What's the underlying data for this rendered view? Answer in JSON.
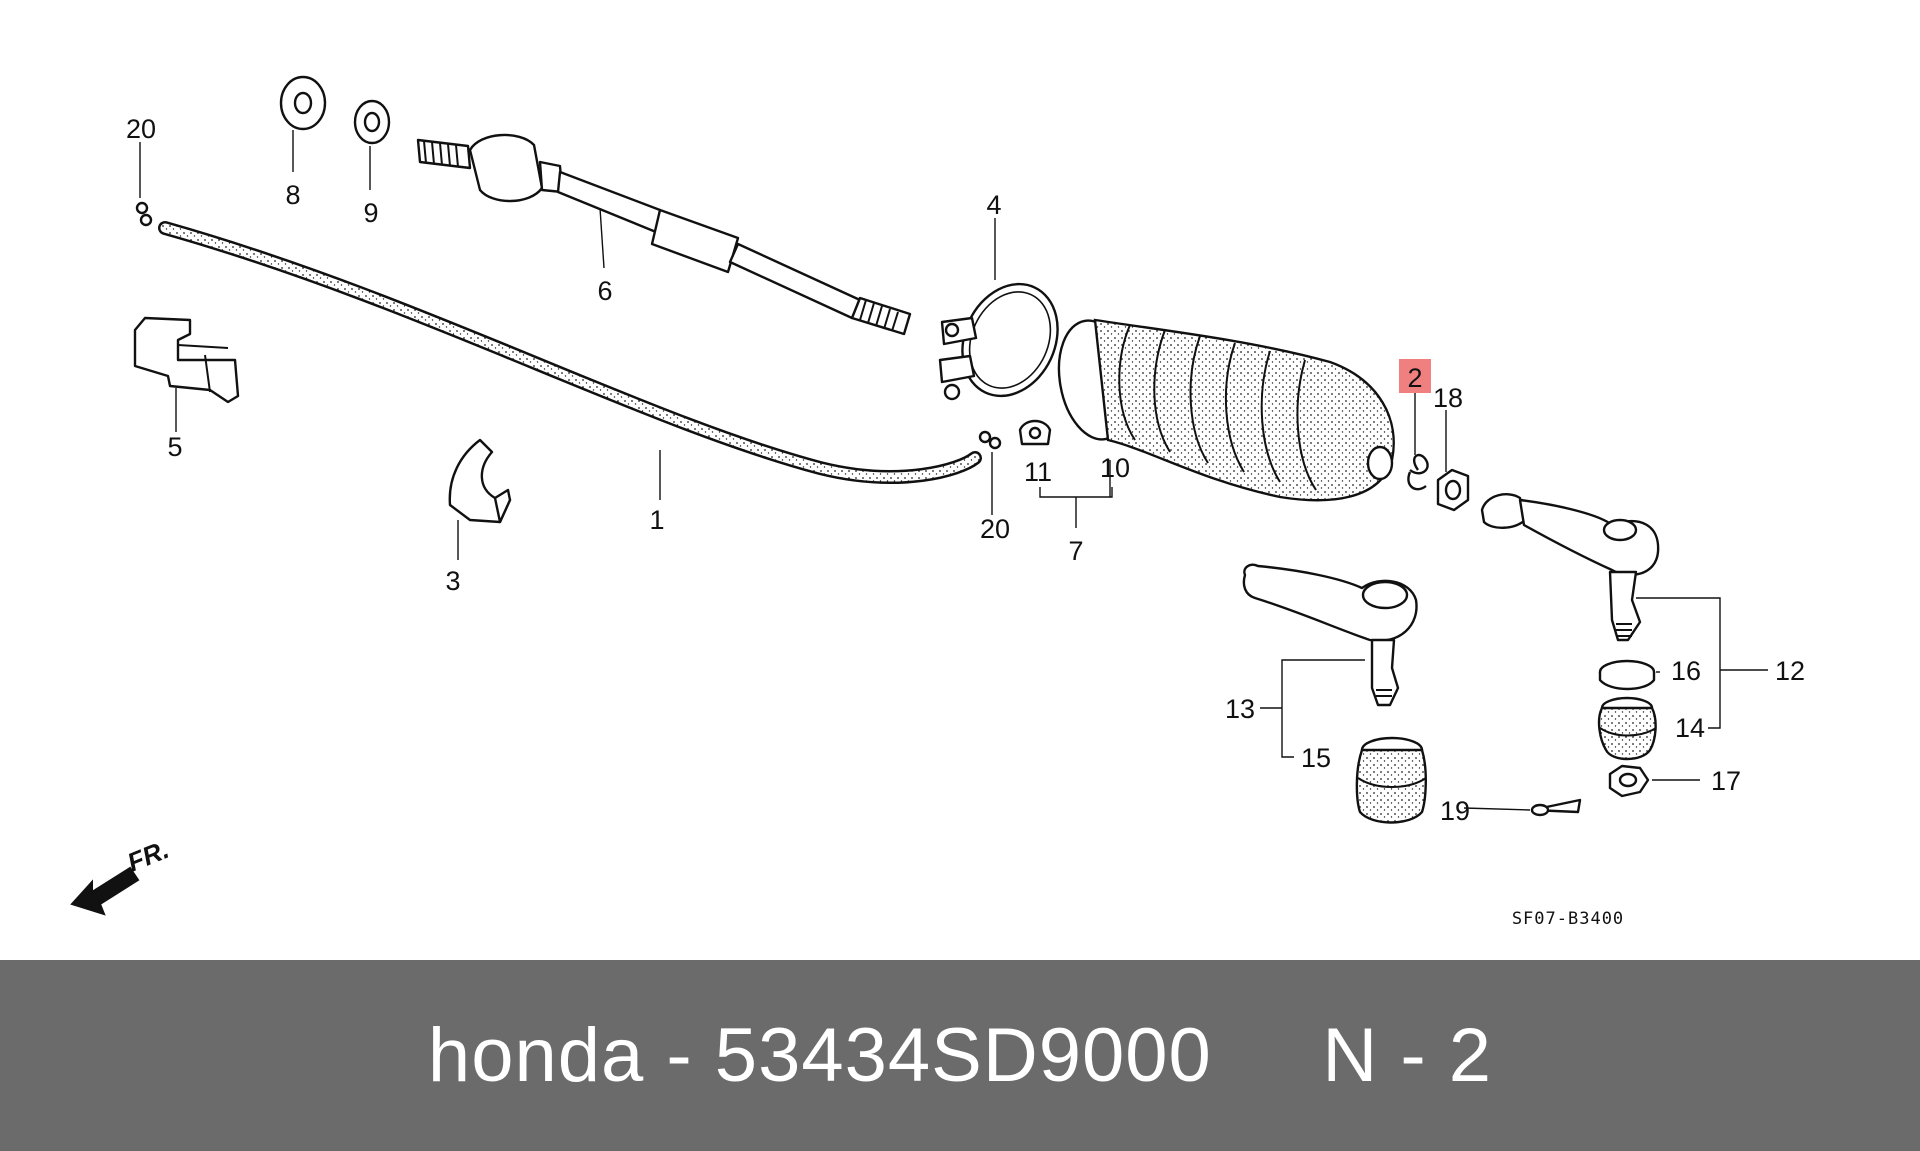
{
  "diagram": {
    "callouts": {
      "c1": "1",
      "c2": "2",
      "c3": "3",
      "c4": "4",
      "c5": "5",
      "c6": "6",
      "c7": "7",
      "c8": "8",
      "c9": "9",
      "c10": "10",
      "c11": "11",
      "c12": "12",
      "c13": "13",
      "c14": "14",
      "c15": "15",
      "c16": "16",
      "c17": "17",
      "c18": "18",
      "c19": "19",
      "c20a": "20",
      "c20b": "20"
    },
    "highlight_color": "#f08080",
    "direction_label": "FR.",
    "drawing_code": "SF07-B3400"
  },
  "footer": {
    "text": "honda - 53434SD9000     N - 2"
  }
}
